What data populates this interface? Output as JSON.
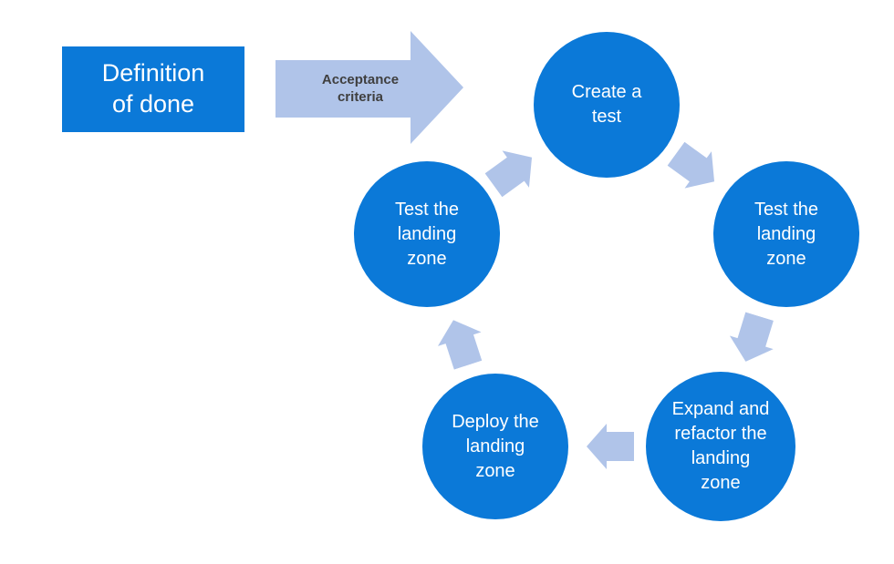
{
  "diagram": {
    "start_box": {
      "label": "Definition\nof done"
    },
    "connector": {
      "label": "Acceptance\ncriteria"
    },
    "cycle": {
      "steps": [
        {
          "id": "create-test",
          "label": "Create a\ntest"
        },
        {
          "id": "test-landing-zone-right",
          "label": "Test the\nlanding\nzone"
        },
        {
          "id": "expand-refactor",
          "label": "Expand and\nrefactor the\nlanding\nzone"
        },
        {
          "id": "deploy-landing-zone",
          "label": "Deploy the\nlanding\nzone"
        },
        {
          "id": "test-landing-zone-left",
          "label": "Test the\nlanding\nzone"
        }
      ],
      "flow_direction": "clockwise"
    },
    "colors": {
      "shape_blue": "#0b79d8",
      "arrow_light_blue": "#b0c4e9",
      "connector_label_text": "#3f3f3f",
      "shape_text": "#ffffff",
      "background": "#ffffff"
    }
  }
}
